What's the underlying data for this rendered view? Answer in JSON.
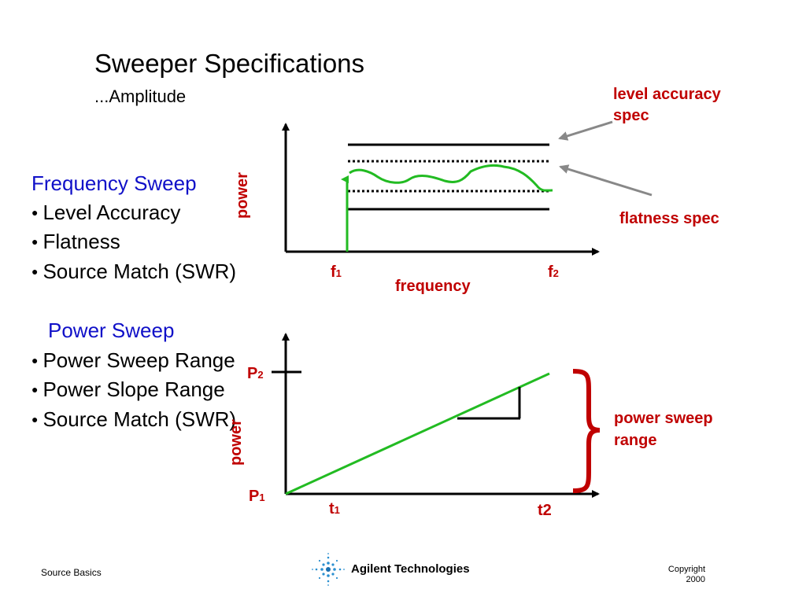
{
  "slide": {
    "title": "Sweeper Specifications",
    "subtitle": "...Amplitude"
  },
  "bullets": {
    "frequency_sweep_heading": "Frequency Sweep",
    "frequency_items": [
      "Level Accuracy",
      "Flatness",
      "Source Match (SWR)"
    ],
    "power_sweep_heading": "Power Sweep",
    "power_items": [
      "Power Sweep Range",
      "Power Slope Range",
      "Source Match (SWR)"
    ]
  },
  "top_diagram": {
    "y_label": "power",
    "x_label": "frequency",
    "f_start": "f",
    "f_start_sub": "1",
    "f_end": "f",
    "f_end_sub": "2",
    "annotation_level": "level accuracy spec",
    "annotation_level_line1": "level accuracy",
    "annotation_level_line2": "spec",
    "annotation_flatness": "flatness spec",
    "trace_color": "#22bb22",
    "spec_color": "#000000"
  },
  "bottom_diagram": {
    "y_label": "power",
    "p_low": "P",
    "p_low_sub": "1",
    "p_high": "P",
    "p_high_sub": "2",
    "t_start": "t",
    "t_start_sub": "1",
    "t_end": "t2",
    "brace_label_line1": "power sweep",
    "brace_label_line2": "range",
    "trace_color": "#22bb22"
  },
  "footer": {
    "left": "Source Basics",
    "logo_text": "Agilent Technologies",
    "copyright_line1": "Copyright",
    "copyright_line2": "2000"
  },
  "colors": {
    "heading_blue": "#1010c8",
    "annotation_red": "#c00000",
    "arrow_gray": "#888888"
  }
}
